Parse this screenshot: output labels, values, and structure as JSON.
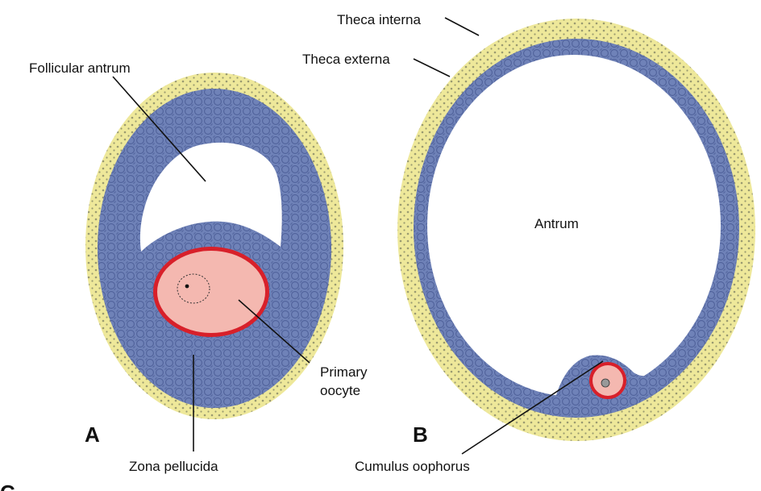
{
  "labels": {
    "follicular_antrum": "Follicular antrum",
    "primary_oocyte_line1": "Primary",
    "primary_oocyte_line2": "oocyte",
    "zona_pellucida": "Zona pellucida",
    "theca_interna": "Theca interna",
    "theca_externa": "Theca externa",
    "antrum": "Antrum",
    "cumulus_oophorus": "Cumulus oophorus"
  },
  "panels": {
    "a": "A",
    "b": "B",
    "c": "C"
  },
  "colors": {
    "theca": "#eee89a",
    "theca_dots": "#9a9a70",
    "granulosa": "#6f82b8",
    "granulosa_texture": "#4f619a",
    "oocyte": "#f4b8b0",
    "zona_pellucida": "#d8202a",
    "cavity": "#ffffff"
  }
}
